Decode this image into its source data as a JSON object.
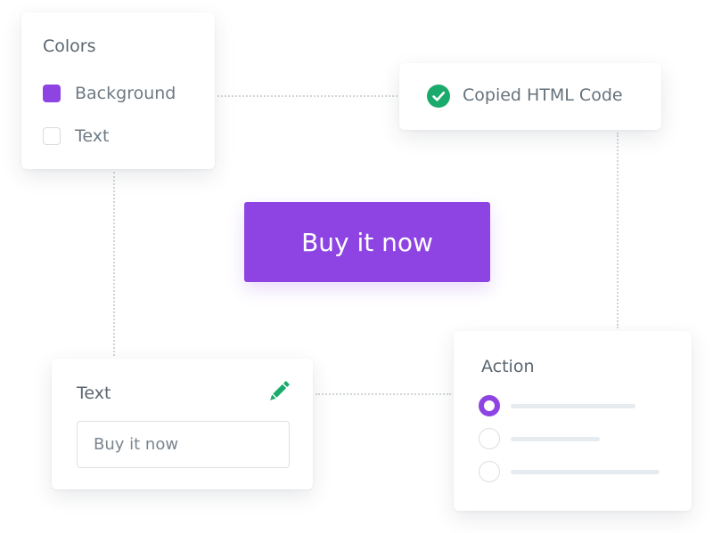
{
  "colors_panel": {
    "title": "Colors",
    "options": [
      {
        "label": "Background",
        "selected": true,
        "swatch_color": "#8e44e2"
      },
      {
        "label": "Text",
        "selected": false,
        "swatch_color": "#ffffff"
      }
    ]
  },
  "toast": {
    "message": "Copied HTML Code",
    "icon": "check-circle-icon",
    "icon_color": "#1aaa6b"
  },
  "preview_button": {
    "label": "Buy it now",
    "background_color": "#8e44e2",
    "text_color": "#ffffff"
  },
  "text_panel": {
    "title": "Text",
    "edit_icon": "pencil-icon",
    "edit_icon_color": "#1aaa6b",
    "input_value": "Buy it now"
  },
  "action_panel": {
    "title": "Action",
    "options": [
      {
        "selected": true
      },
      {
        "selected": false
      },
      {
        "selected": false
      }
    ],
    "accent_color": "#8e44e2"
  }
}
